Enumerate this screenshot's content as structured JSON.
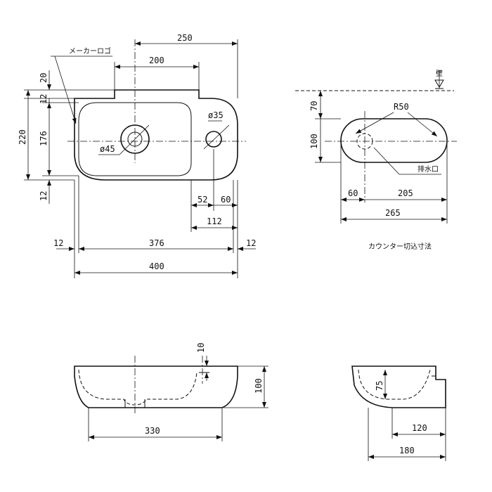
{
  "top_view": {
    "dim_250": "250",
    "dim_200": "200",
    "maker_logo": "メーカーロゴ",
    "dim_20": "20",
    "dim_12_top": "12",
    "dim_220": "220",
    "dim_176": "176",
    "dim_12_bottom": "12",
    "dia_35": "ø35",
    "dia_45": "ø45",
    "dim_52": "52",
    "dim_60": "60",
    "dim_112": "112",
    "dim_12_left": "12",
    "dim_376": "376",
    "dim_12_right": "12",
    "dim_400": "400"
  },
  "counter_cut": {
    "wall": "壁",
    "dim_70": "70",
    "dim_100": "100",
    "radius": "R50",
    "drain": "排水口",
    "dim_60": "60",
    "dim_205": "205",
    "dim_265": "265",
    "caption": "カウンター切込寸法"
  },
  "front_view": {
    "dim_10": "10",
    "dim_100": "100",
    "dim_330": "330"
  },
  "side_view": {
    "dim_75": "75",
    "dim_120": "120",
    "dim_180": "180"
  }
}
